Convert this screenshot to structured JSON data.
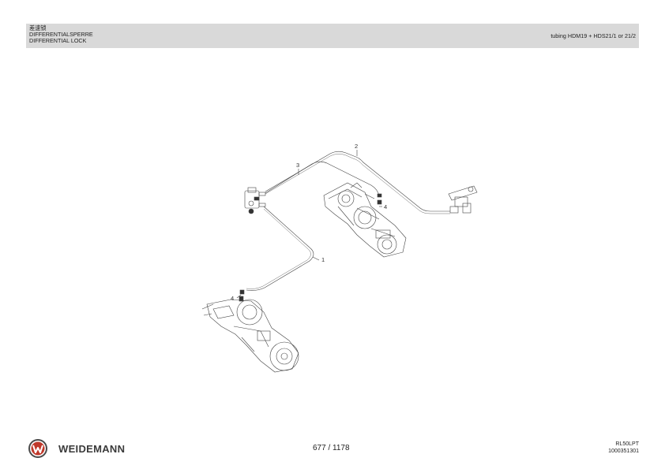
{
  "header": {
    "title_cn": "差速锁",
    "title_de": "DIFFERENTIALSPERRE",
    "title_en": "DIFFERENTIAL LOCK",
    "variant": "tubing HDM19 + HDS21/1 or 21/2"
  },
  "callouts": {
    "c1": "1",
    "c2": "2",
    "c3": "3",
    "c4a": "4",
    "c4b": "4"
  },
  "footer": {
    "brand": "WEIDEMANN",
    "page": "677 / 1178",
    "model": "RL50LPT",
    "doc_number": "1000351301"
  },
  "colors": {
    "header_bg": "#d9d9d9",
    "logo_red": "#c0392b"
  }
}
